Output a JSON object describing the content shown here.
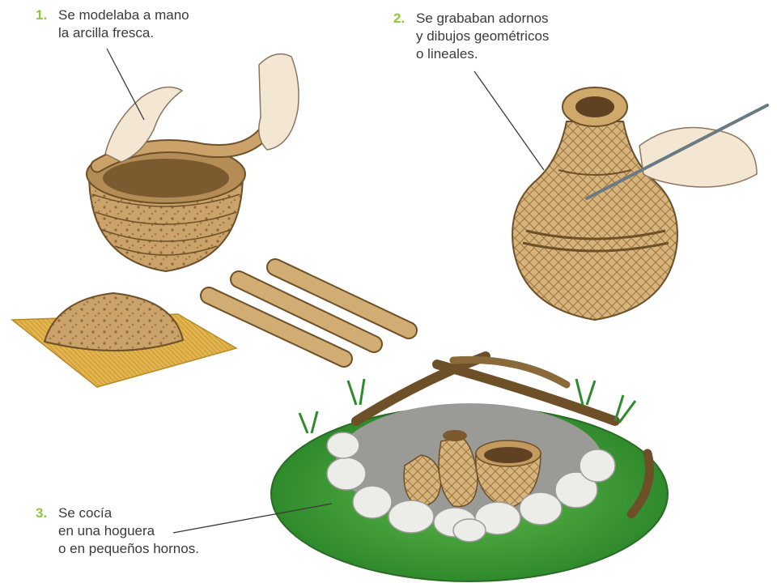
{
  "captions": [
    {
      "number": "1.",
      "lines": [
        "Se modelaba a mano",
        "la arcilla fresca."
      ]
    },
    {
      "number": "2.",
      "lines": [
        "Se grababan adornos",
        "y dibujos geométricos",
        "o lineales."
      ]
    },
    {
      "number": "3.",
      "lines": [
        "Se cocía",
        "en una hoguera",
        "o en pequeños hornos."
      ]
    }
  ],
  "colors": {
    "number_accent": "#8dc63f",
    "text": "#3a3a3a",
    "clay": "#c9a46a",
    "clay_dark": "#8a6a3a",
    "grass": "#3f9a34",
    "stone": "#e6e6e2"
  }
}
